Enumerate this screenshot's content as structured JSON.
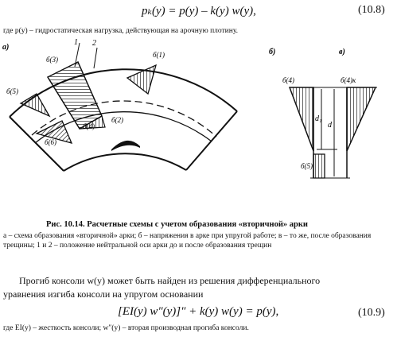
{
  "equation_108": {
    "text": "pₖ(y) = p(y) – k(y) w(y),",
    "number": "(10.8)"
  },
  "definition_p": "где p(y) – гидростатическая нагрузка, действующая на арочную плотину.",
  "figure": {
    "panel_a_label": "а)",
    "panel_b_label": "б)",
    "panel_c_label": "в)",
    "labels_a": {
      "line1": "1",
      "line2": "2",
      "s3": "б(3)",
      "s5": "б(5)",
      "s6": "б(6)",
      "s4": "б(4)",
      "s2": "б(2)",
      "s1": "б(1)"
    },
    "labels_b": {
      "s4": "б(4)",
      "s4k": "б(4)к",
      "d1": "d₁",
      "d": "d",
      "s5": "б(5)"
    }
  },
  "caption": {
    "title": "Рис. 10.14. Расчетные схемы с учетом образования «вторичной» арки",
    "text": "а – схема образования «вторичной» арки; б – напряжения в арке при упругой работе; в – то же, после образования трещины; 1 и 2 – положение нейтральной оси арки до и после образования трещин"
  },
  "paragraph": {
    "line1": "Прогиб консоли w(y) может быть найден из решения дифференциального",
    "line2": "уравнения изгиба консоли на упругом основании"
  },
  "equation_109": {
    "text": "[EI(y) w″(y)]″ + k(y) w(y) = p(y),",
    "number": "(10.9)"
  },
  "definition_ei": "где EI(y) – жесткость консоли; w″(y) – вторая производная прогиба консоли."
}
